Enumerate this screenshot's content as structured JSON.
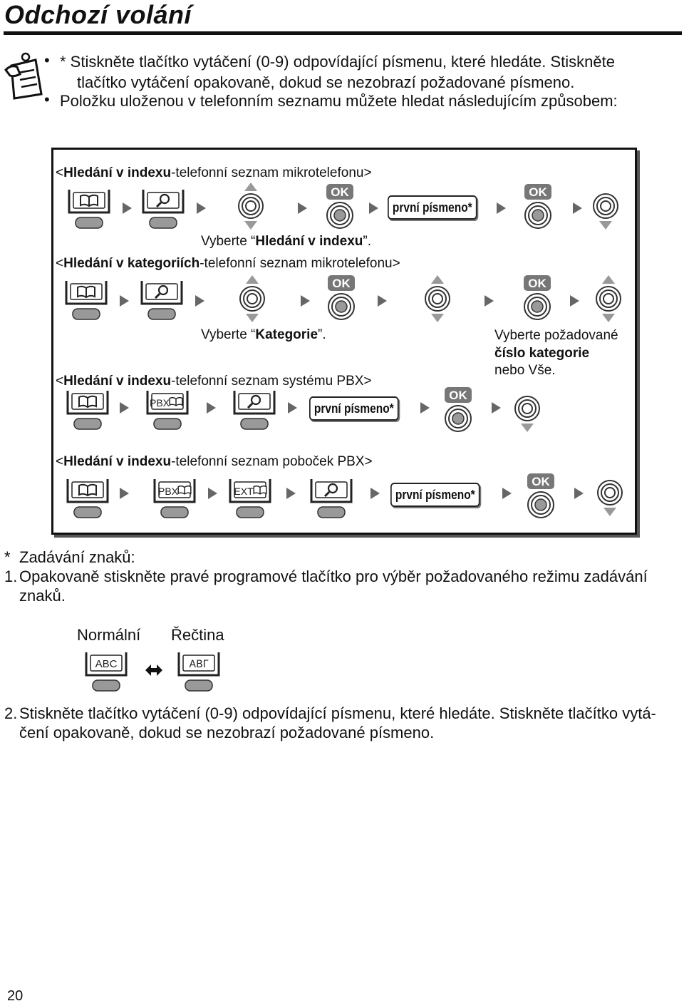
{
  "title": "Odchozí volání",
  "notes": {
    "bullet1_line1": "* Stiskněte tlačítko vytáčení (0-9) odpovídající písmenu, které hledáte. Stiskněte",
    "bullet1_line2": "tlačítko vytáčení opakovaně, dokud se nezobrazí požadované písmeno.",
    "bullet2": "Položku uloženou v telefonním seznamu můžete hledat následujícím způsobem:"
  },
  "diagram": {
    "seq1": {
      "bold": "Hledání v indexu",
      "rest": "-telefonní seznam mikrotelefonu>",
      "prefix": "<"
    },
    "seq1_caption": {
      "pre": "Vyberte “",
      "bold": "Hledání v indexu",
      "post": "”."
    },
    "seq2": {
      "bold": "Hledání v kategoriích",
      "rest": "-telefonní seznam mikrotelefonu>",
      "prefix": "<"
    },
    "seq2_caption1": {
      "pre": "Vyberte “",
      "bold": "Kategorie",
      "post": "”."
    },
    "seq2_caption2": {
      "line1": "Vyberte požadované",
      "line2": "číslo kategorie",
      "line3": "nebo Vše."
    },
    "seq3": {
      "bold": "Hledání v indexu",
      "rest": "-telefonní seznam systému PBX>",
      "prefix": "<"
    },
    "seq4": {
      "bold": "Hledání v indexu",
      "rest": "-telefonní seznam poboček PBX>",
      "prefix": "<"
    },
    "ok_label": "OK",
    "first_letter": "první písmeno*",
    "pbx_label": "PBX",
    "ext_label": "EXT",
    "icons": [
      "book-icon",
      "search-icon",
      "navigator-key-icon",
      "ok-key-icon"
    ]
  },
  "footnote": {
    "star": "*",
    "heading": "Zadávání znaků:",
    "step1_num": "1.",
    "step1_line1": "Opakovaně stiskněte pravé programové tlačítko pro výběr požadovaného režimu zadávání",
    "step1_line2": "znaků.",
    "mode_normal": "Normální",
    "mode_greek": "Řečtina",
    "key_abc": "ABC",
    "key_greek": "ΑΒΓ",
    "step2_num": "2.",
    "step2_line1": "Stiskněte tlačítko vytáčení (0-9) odpovídající písmenu, které hledáte. Stiskněte tlačítko vytá-",
    "step2_line2": "čení opakovaně, dokud se nezobrazí požadované písmeno."
  },
  "page_number": "20"
}
